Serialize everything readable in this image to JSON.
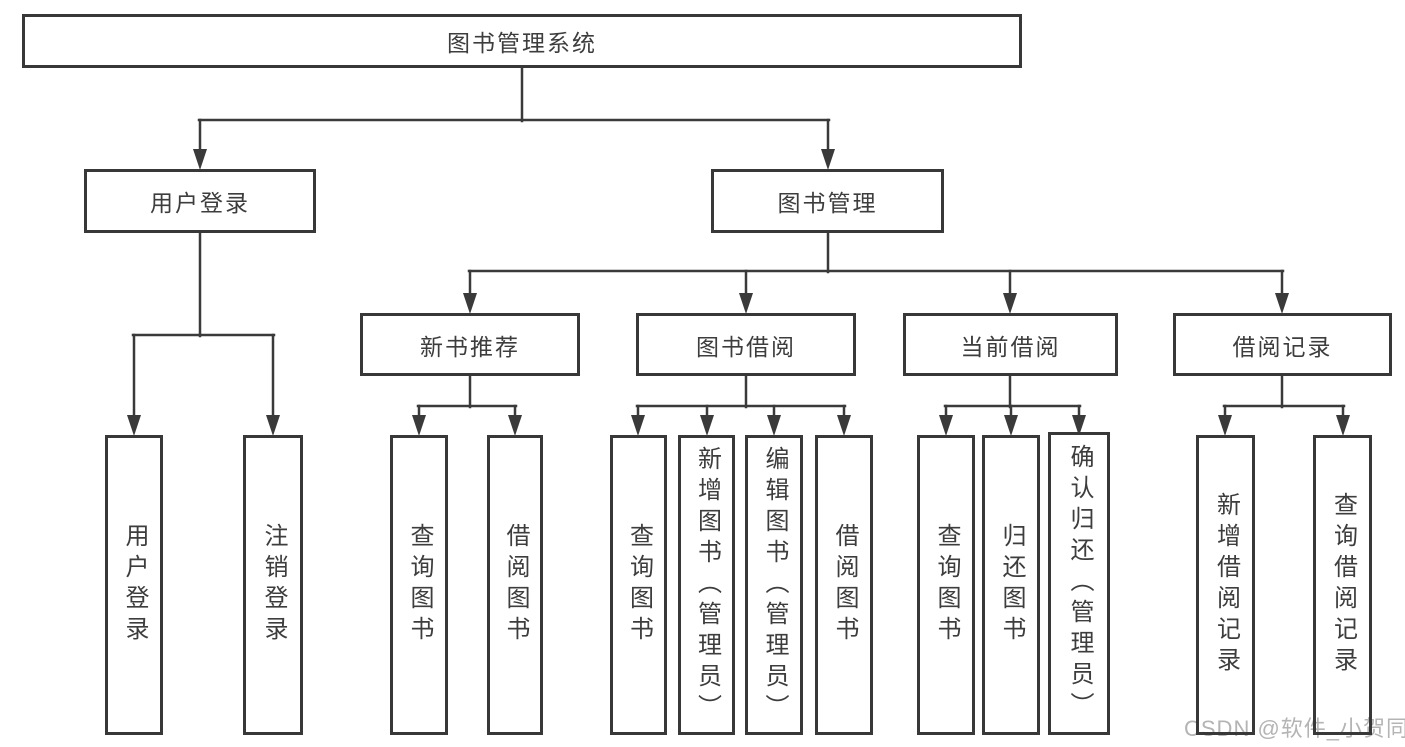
{
  "root_label": "图书管理系统",
  "modules": [
    {
      "label": "用户登录",
      "children": [
        {
          "label": "用户登录"
        },
        {
          "label": "注销登录"
        }
      ]
    },
    {
      "label": "图书管理",
      "children": [
        {
          "label": "新书推荐",
          "children": [
            {
              "label": "查询图书"
            },
            {
              "label": "借阅图书"
            }
          ]
        },
        {
          "label": "图书借阅",
          "children": [
            {
              "label": "查询图书"
            },
            {
              "label": "新增图书（管理员）"
            },
            {
              "label": "编辑图书（管理员）"
            },
            {
              "label": "借阅图书"
            }
          ]
        },
        {
          "label": "当前借阅",
          "children": [
            {
              "label": "查询图书"
            },
            {
              "label": "归还图书"
            },
            {
              "label": "确认归还（管理员）"
            }
          ]
        },
        {
          "label": "借阅记录",
          "children": [
            {
              "label": "新增借阅记录"
            },
            {
              "label": "查询借阅记录"
            }
          ]
        }
      ]
    }
  ],
  "watermark": "CSDN @软件_小贺同学",
  "colors": {
    "line": "#3a3a3a",
    "box_border": "#383838",
    "text": "#3d3d3d",
    "watermark": "#b4b4b4",
    "background": "#ffffff"
  }
}
